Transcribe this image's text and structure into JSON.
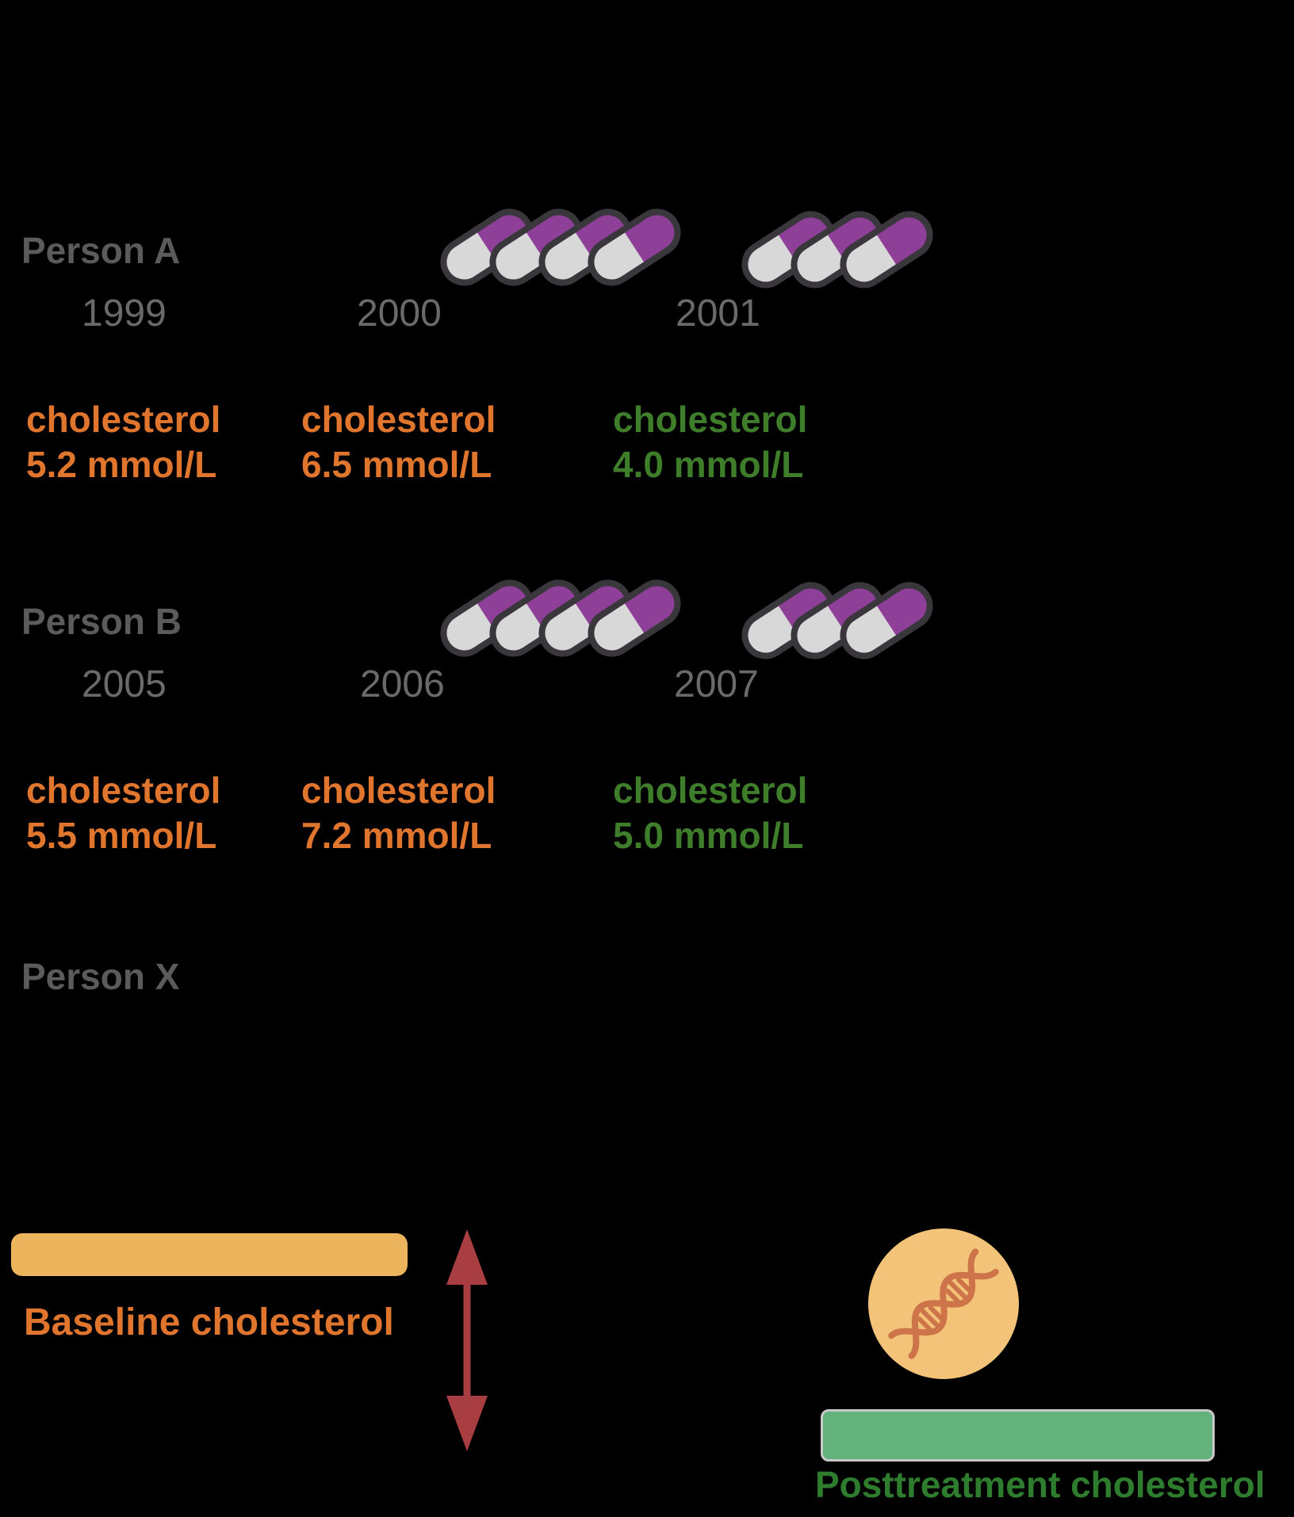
{
  "people": [
    {
      "label": "Person A",
      "timeline": [
        {
          "year": "1999",
          "pills": 0
        },
        {
          "year": "2000",
          "pills": 4
        },
        {
          "year": "2001",
          "pills": 3
        }
      ],
      "measurements": [
        {
          "label": "cholesterol",
          "value": "5.2 mmol/L",
          "status": "baseline"
        },
        {
          "label": "cholesterol",
          "value": "6.5 mmol/L",
          "status": "baseline"
        },
        {
          "label": "cholesterol",
          "value": "4.0 mmol/L",
          "status": "posttreatment"
        }
      ]
    },
    {
      "label": "Person B",
      "timeline": [
        {
          "year": "2005",
          "pills": 0
        },
        {
          "year": "2006",
          "pills": 4
        },
        {
          "year": "2007",
          "pills": 3
        }
      ],
      "measurements": [
        {
          "label": "cholesterol",
          "value": "5.5 mmol/L",
          "status": "baseline"
        },
        {
          "label": "cholesterol",
          "value": "7.2 mmol/L",
          "status": "baseline"
        },
        {
          "label": "cholesterol",
          "value": "5.0 mmol/L",
          "status": "posttreatment"
        }
      ]
    },
    {
      "label": "Person X",
      "timeline": [],
      "measurements": []
    }
  ],
  "legend": {
    "baseline_label": "Baseline cholesterol",
    "posttreatment_label": "Posttreatment cholesterol"
  },
  "colors": {
    "background": "#000000",
    "person_label_gray": "#5B5B5B",
    "year_label_gray": "#6A6A6A",
    "baseline_orange": "#E0752D",
    "posttreatment_green": "#3E7D2A",
    "posttreatment_label_green": "#2E7D2E",
    "pill_purple": "#8E3F97",
    "pill_body_white": "#D8D8D8",
    "pill_outline": "#3A373C",
    "baseline_bar_yellow": "#ECB45D",
    "arrow_red": "#A83E42",
    "dna_circle_yellow": "#F2C378",
    "dna_strand_orange": "#CE744B",
    "posttreatment_bar_green": "#63B17D"
  }
}
